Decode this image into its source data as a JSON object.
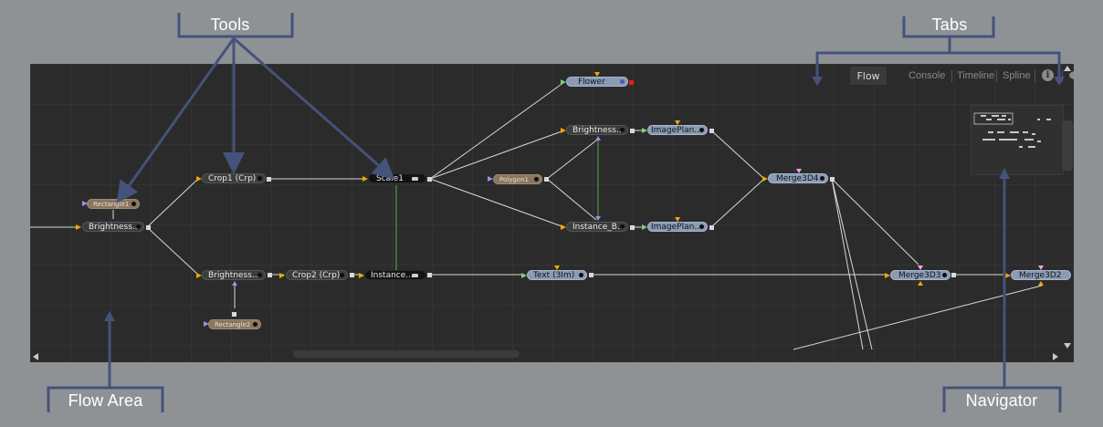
{
  "callouts": {
    "tools": "Tools",
    "tabs": "Tabs",
    "flow_area": "Flow Area",
    "navigator": "Navigator"
  },
  "tabs": {
    "flow": "Flow",
    "console": "Console",
    "timeline": "Timeline",
    "spline": "Spline",
    "info_icon": "i"
  },
  "nodes": {
    "rectangle1": "Rectangle1",
    "brightness_left": "Brightness...",
    "crop1": "Crop1 (Crp)",
    "brightness_lower": "Brightness...",
    "crop2": "Crop2 (Crp)",
    "rectangle2": "Rectangle2",
    "scale1": "Scale1",
    "instance_lower": "Instance...",
    "flower": "Flower",
    "brightness_top": "Brightness...",
    "imageplane_top": "ImagePlan...",
    "polygon1": "Polygon1",
    "instance_b": "Instance_B...",
    "imageplane_bottom": "ImagePlan...",
    "merge3d4": "Merge3D4",
    "text_3im": "Text (3Im)",
    "merge3d3": "Merge3D3",
    "merge3d2": "Merge3D2"
  },
  "colors": {
    "callout_arrow": "#45527a",
    "flow_background": "#2b2b2b",
    "connection": "#d8d8d8",
    "highlight_link": "#4caf50",
    "input_port": "#f0a800"
  }
}
